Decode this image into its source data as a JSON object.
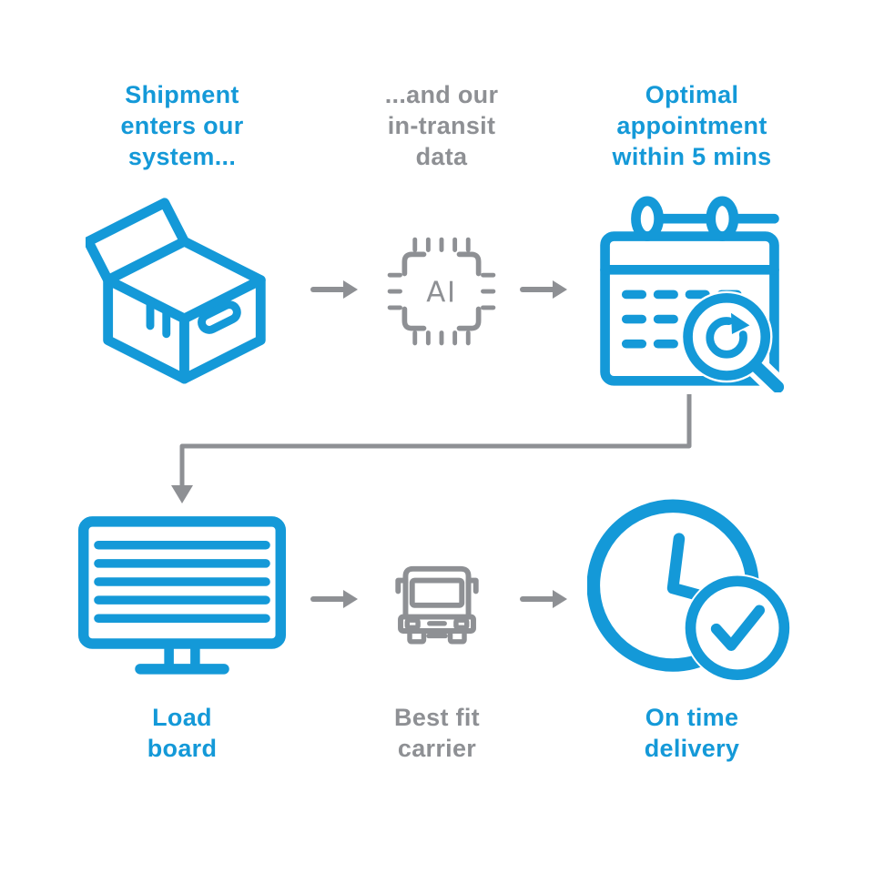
{
  "colors": {
    "accent_blue": "#1499d8",
    "neutral_gray": "#8e9094"
  },
  "chip": {
    "label": "AI"
  },
  "steps": [
    {
      "id": "shipment-entry",
      "tone": "blue",
      "lines": [
        "Shipment",
        "enters our",
        "system..."
      ]
    },
    {
      "id": "in-transit-data",
      "tone": "gray",
      "lines": [
        "...and our",
        "in-transit",
        "data"
      ]
    },
    {
      "id": "optimal-appointment",
      "tone": "blue",
      "lines": [
        "Optimal",
        "appointment",
        "within 5 mins"
      ]
    },
    {
      "id": "load-board",
      "tone": "blue",
      "lines": [
        "Load",
        "board"
      ]
    },
    {
      "id": "best-fit-carrier",
      "tone": "gray",
      "lines": [
        "Best fit",
        "carrier"
      ]
    },
    {
      "id": "on-time-delivery",
      "tone": "blue",
      "lines": [
        "On time",
        "delivery"
      ]
    }
  ]
}
